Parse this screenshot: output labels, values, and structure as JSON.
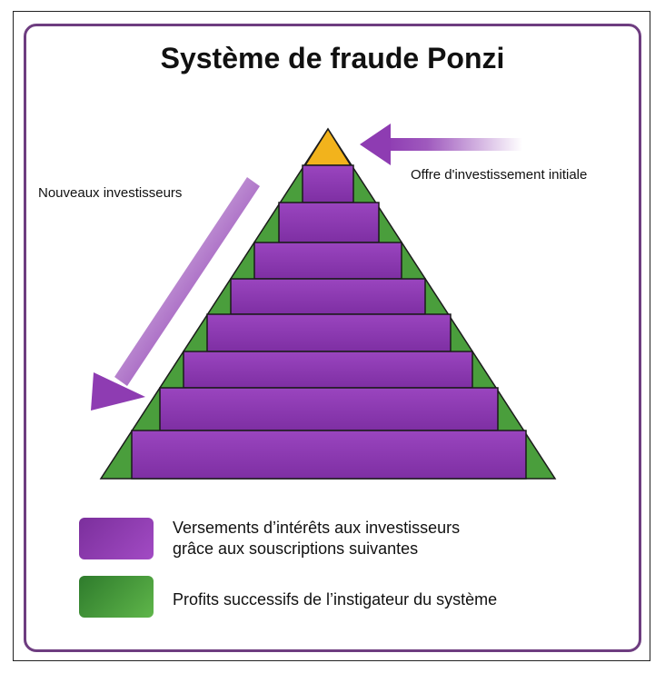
{
  "title": "Système de fraude Ponzi",
  "labels": {
    "new_investors": "Nouveaux investisseurs",
    "initial_offer": "Offre d'investissement initiale"
  },
  "legend": [
    {
      "line1": "Versements d’intérêts aux investisseurs",
      "line2": "grâce aux souscriptions suivantes",
      "color": "#8e3cb2"
    },
    {
      "line1": "Profits successifs de l’instigateur du système",
      "color": "#4a9e3c"
    }
  ],
  "colors": {
    "frame": "#6e3d80",
    "purple": "#8e3cb2",
    "green": "#4a9e3c",
    "apex": "#f2b31c"
  }
}
